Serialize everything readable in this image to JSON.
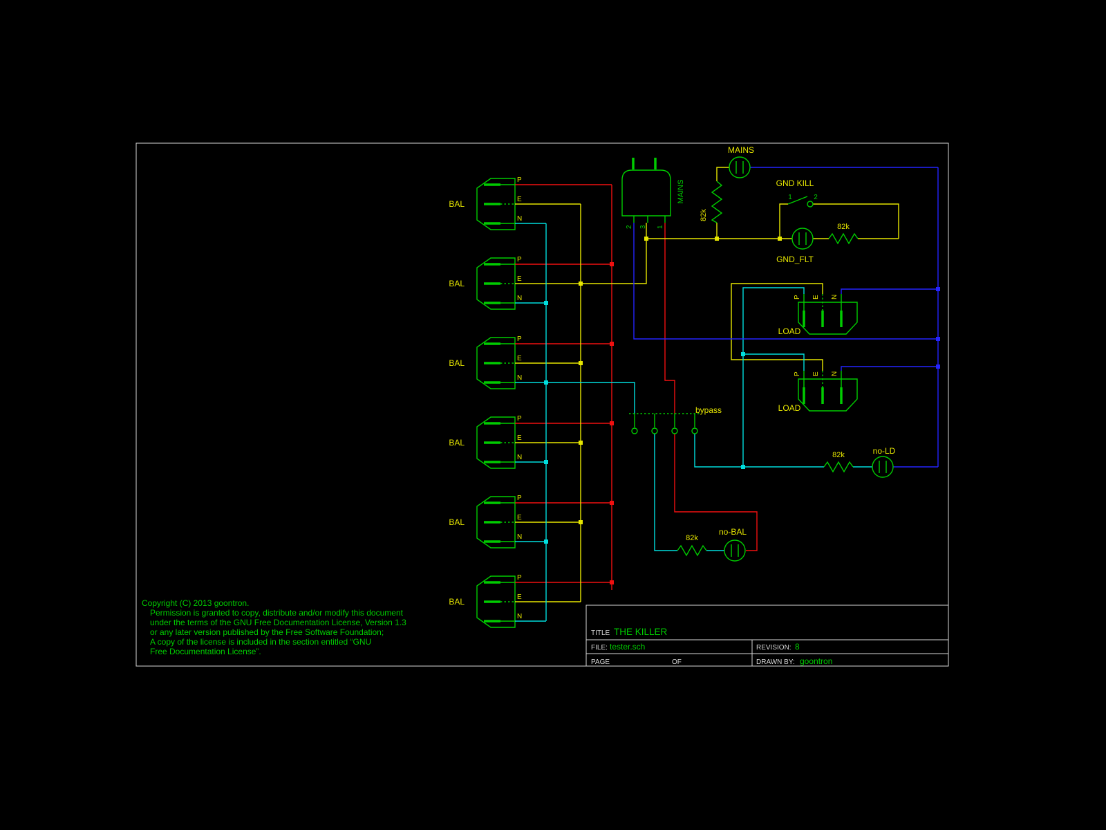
{
  "labels": {
    "bal": "BAL",
    "load": "LOAD",
    "pin_p": "P",
    "pin_e": "E",
    "pin_n": "N",
    "mains": "MAINS",
    "gnd_kill": "GND KILL",
    "gnd_flt": "GND_FLT",
    "bypass": "bypass",
    "no_ld": "no-LD",
    "no_bal": "no-BAL",
    "resistor_82k": "82k"
  },
  "plug_pins": [
    "2",
    "3",
    "1"
  ],
  "switch_pins": [
    "1",
    "2"
  ],
  "copyright_lines": [
    "Copyright (C)  2013 goontron.",
    "Permission is granted to copy, distribute and/or modify this document",
    "under the terms of the GNU Free Documentation License, Version 1.3",
    "or any later version published by the Free Software Foundation;",
    "A copy of the license is included in the section entitled “GNU",
    "Free Documentation License”."
  ],
  "title_block": {
    "title_label": "TITLE",
    "title": "THE KILLER",
    "file_label": "FILE:",
    "file_name": "tester.sch",
    "revision_label": "REVISION:",
    "revision": "8",
    "page_label": "PAGE",
    "of_label": "OF",
    "drawn_by_label": "DRAWN BY:",
    "drawn_by": "goontron"
  },
  "colors": {
    "component_green": "#00cc00",
    "net_yellow": "#e6e600",
    "net_red": "#f01010",
    "net_cyan": "#00dede",
    "net_blue": "#2424ff",
    "frame_white": "#d8d8d8",
    "background": "#000000"
  }
}
